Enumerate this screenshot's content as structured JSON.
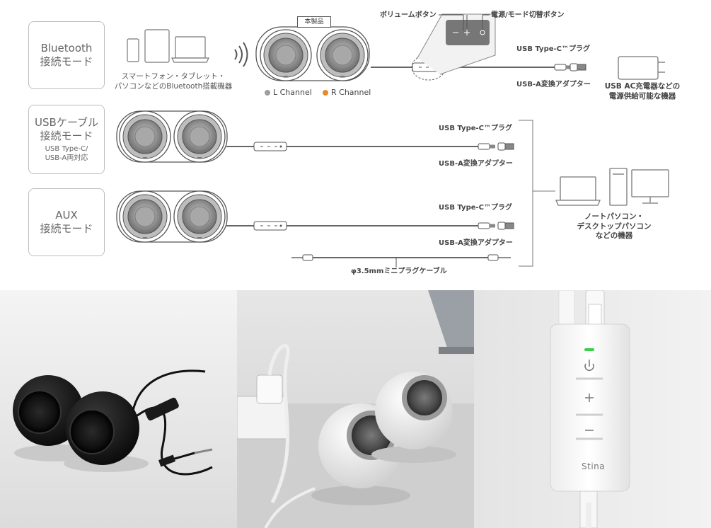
{
  "modes": [
    {
      "title": "Bluetooth\n接続モード",
      "sub": ""
    },
    {
      "title": "USBケーブル\n接続モード",
      "sub": "USB Type-C/\nUSB-A両対応"
    },
    {
      "title": "AUX\n接続モード",
      "sub": ""
    }
  ],
  "labels": {
    "product": "本製品",
    "volume_button": "ボリュームボタン",
    "power_button": "電源/モード切替ボタン",
    "usb_c_plug": "USB Type-C™プラグ",
    "usb_a_adapter": "USB-A変換アダプター",
    "l_channel": "L Channel",
    "r_channel": "R Channel",
    "bt_devices": "スマートフォン・タブレット・\nパソコンなどのBluetooth搭載機器",
    "ac_charger": "USB AC充電器などの\n電源供給可能な機器",
    "pc_devices": "ノートパソコン・\nデスクトップパソコン\nなどの機器",
    "aux_cable": "φ3.5mmミニプラグケーブル",
    "brand": "Stina"
  },
  "colors": {
    "l_dot": "#9e9e9e",
    "r_dot": "#e8892b",
    "led": "#3ad14a",
    "line": "#666666"
  }
}
